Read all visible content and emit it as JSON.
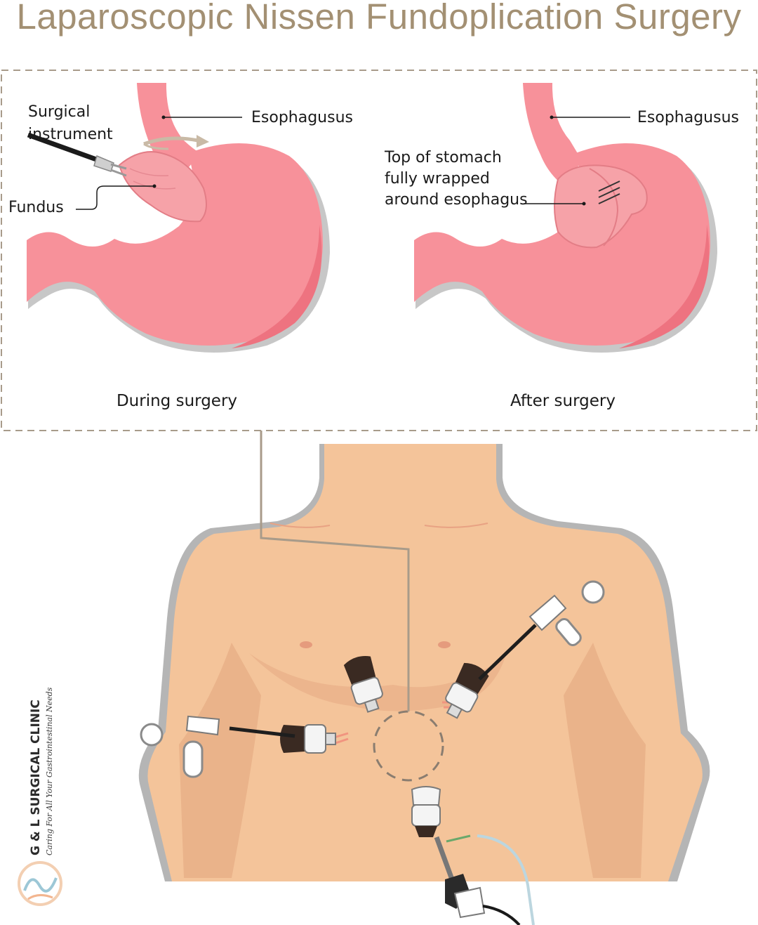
{
  "title": "Laparoscopic Nissen Fundoplication Surgery",
  "colors": {
    "title": "#a39073",
    "stomach": "#f7919a",
    "stomach_dark": "#ee7380",
    "skin": "#f4c49a",
    "skin_shadow": "#e7a77f",
    "outline_gray": "#b3b3b3",
    "dash_border": "#a89b8a",
    "port_dark": "#3a2a22"
  },
  "panels": {
    "left": {
      "caption": "During surgery",
      "labels": {
        "instrument_line1": "Surgical",
        "instrument_line2": "instrument",
        "fundus": "Fundus",
        "esophagus": "Esophagusus"
      }
    },
    "right": {
      "caption": "After surgery",
      "labels": {
        "esophagus": "Esophagusus",
        "wrap_line1": "Top of stomach",
        "wrap_line2": "fully wrapped",
        "wrap_line3": "around esophagus"
      }
    }
  },
  "branding": {
    "name": "G & L SURGICAL CLINIC",
    "tagline": "Caring For All Your Gastrointestinal Needs"
  },
  "icons": [
    "rotation-arrow-icon",
    "clinic-logo-icon",
    "trocar-port-icon",
    "grasper-instrument-icon",
    "laparoscope-camera-icon"
  ]
}
